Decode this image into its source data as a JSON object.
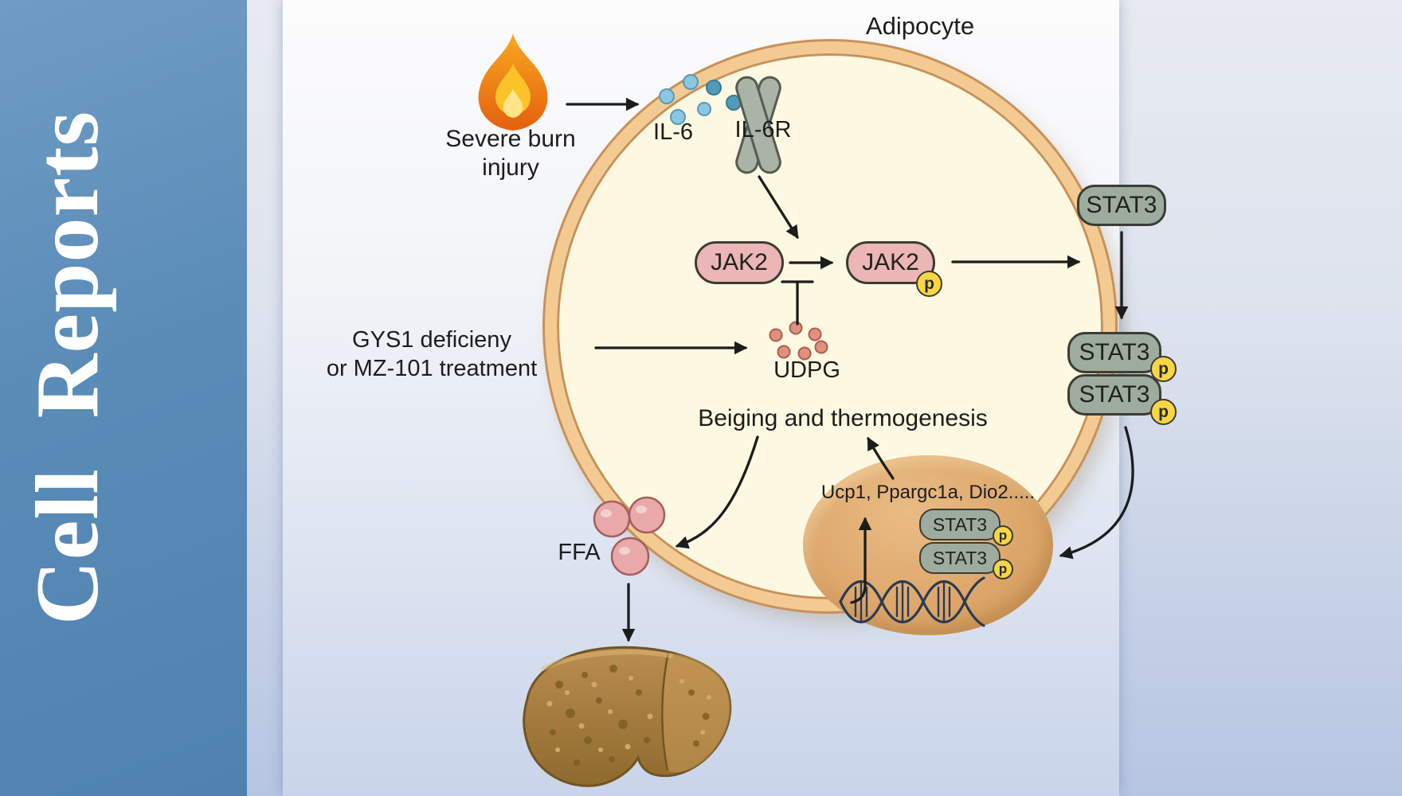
{
  "journal": {
    "name": "Cell Reports"
  },
  "diagram": {
    "title": "Adipocyte",
    "stimulus": {
      "line1": "Severe burn",
      "line2": "injury"
    },
    "ligand": "IL-6",
    "receptor": "IL-6R",
    "kinase": "JAK2",
    "phospho": "p",
    "tf": "STAT3",
    "intervention": {
      "line1": "GYS1 deficieny",
      "line2": "or MZ-101 treatment"
    },
    "metabolite": "UDPG",
    "outcome": "Beiging and thermogenesis",
    "genes": "Ucp1, Ppargc1a, Dio2.....",
    "ffa": "FFA"
  },
  "colors": {
    "sidebar_blue": "#5a8cb8",
    "membrane_ring": "#f3cb92",
    "membrane_edge": "#c8915a",
    "cytoplasm": "#fdf8e1",
    "nucleus": "#dda76b",
    "jak2_pink": "#ecb6b6",
    "stat3_green": "#9dac9e",
    "phospho_yellow": "#f6d743",
    "il6_blue": "#8cc7e2",
    "udpg_salmon": "#de9181",
    "ffa_pink": "#e9a9a9",
    "flame_orange": "#f9a01b",
    "liver_brown": "#a87c3e"
  }
}
